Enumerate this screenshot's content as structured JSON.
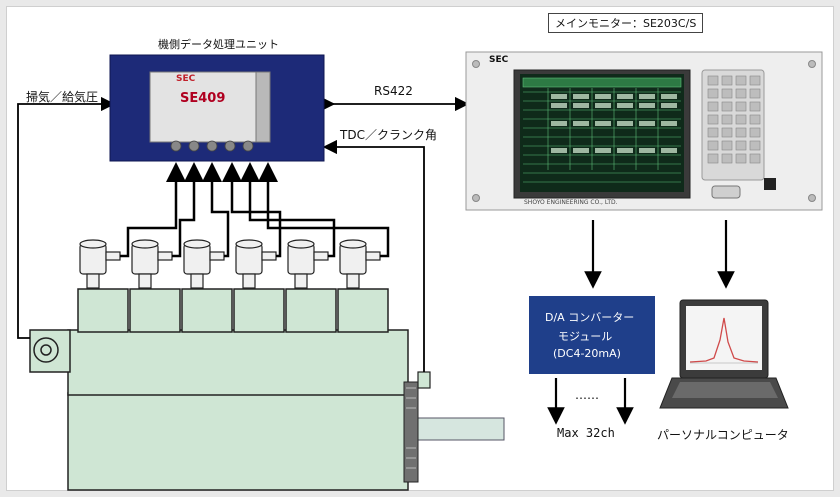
{
  "labels": {
    "unit_title": "機側データ処理ユニット",
    "unit_brand": "SEC",
    "unit_model": "SE409",
    "scavenge": "掃気／給気圧",
    "rs422": "RS422",
    "tdc": "TDC／クランク角",
    "monitor_title": "メインモニター：SE203C/S",
    "monitor_brand": "SEC",
    "monitor_maker": "SHOYO ENGINEERING CO., LTD.",
    "da_line1": "D/A コンバーター",
    "da_line2": "モジュール",
    "da_line3": "(DC4-20mA)",
    "dots": "……",
    "max": "Max 32ch",
    "pc": "パーソナルコンピュータ"
  },
  "colors": {
    "engine": "#cfe6d4",
    "engine_stroke": "#2a2a2a",
    "unit_blue": "#1d2a78",
    "da_blue": "#1f3f8a",
    "monitor_body": "#eeeeee",
    "screen_bg": "#0f2a1a"
  }
}
